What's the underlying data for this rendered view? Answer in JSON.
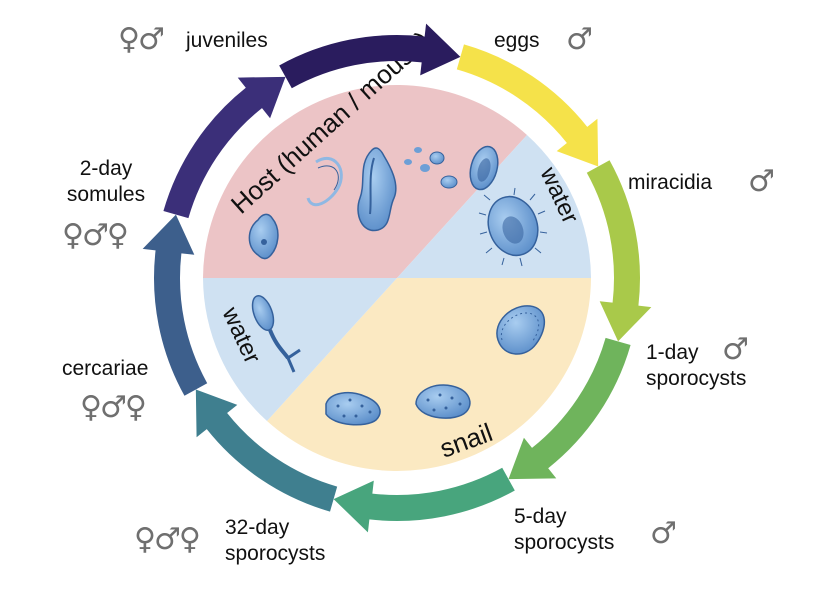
{
  "habitats": {
    "host": "Host (human / mouse)",
    "water_right": "water",
    "water_left": "water",
    "snail": "snail"
  },
  "stages": [
    {
      "line1": "eggs",
      "line2": "",
      "sex": "♂"
    },
    {
      "line1": "miracidia",
      "line2": "",
      "sex": "♂"
    },
    {
      "line1": "1-day",
      "line2": "sporocysts",
      "sex": "♂"
    },
    {
      "line1": "5-day",
      "line2": "sporocysts",
      "sex": "♂"
    },
    {
      "line1": "32-day",
      "line2": "sporocysts",
      "sex": "♀♂♀"
    },
    {
      "line1": "cercariae",
      "line2": "",
      "sex": "♀♂♀"
    },
    {
      "line1": "2-day",
      "line2": "somules",
      "sex": "♀♂♀"
    },
    {
      "line1": "juveniles",
      "line2": "",
      "sex": "♀♂"
    }
  ],
  "colors": {
    "host_sector": "#ecc4c6",
    "water_sector": "#cfe1f2",
    "snail_sector": "#fbe9c2",
    "organism": "#6d9fd6",
    "organism_dark": "#35619c",
    "symbol": "#6f6f6f",
    "arrow_colors": [
      "#f5e24a",
      "#a9c94a",
      "#6fb45c",
      "#48a57d",
      "#3f7f8f",
      "#3d5f8c",
      "#3b2f79",
      "#2a1c5e"
    ]
  }
}
